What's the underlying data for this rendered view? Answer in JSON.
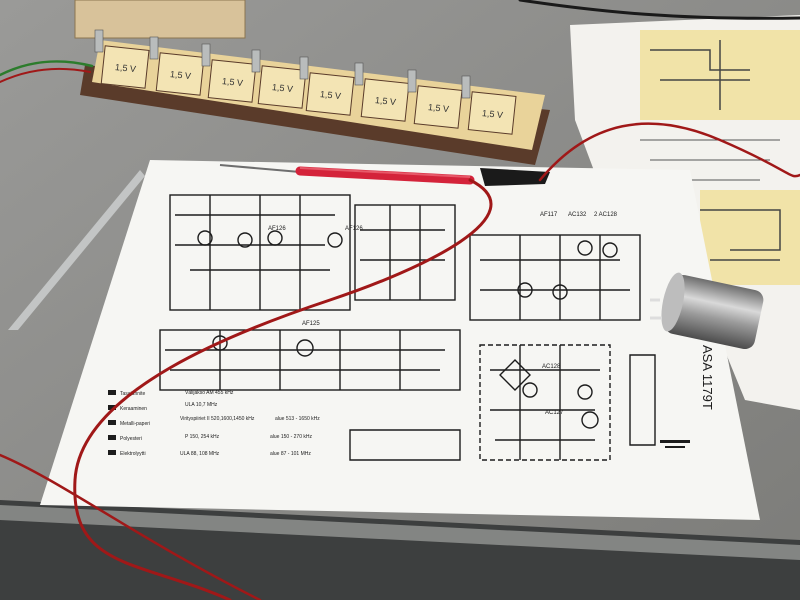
{
  "battery_holder": {
    "cell_labels": [
      "1,5 V",
      "1,5 V",
      "1,5 V",
      "1,5 V",
      "1,5 V",
      "1,5 V",
      "1,5 V",
      "1,5 V"
    ]
  },
  "schematic": {
    "transistor_labels": [
      "AF117",
      "AC132",
      "2 AC128",
      "AF126",
      "AF126",
      "AF125",
      "AC128",
      "AC127"
    ],
    "model_label": "ASA 1179T",
    "legend_texts": [
      "Välijakso AM 455 kHz",
      "ULA 10,7 MHz",
      "Virityspiiriet II 520,1600,1450 kHz",
      "alue 513 - 1650 kHz",
      "P 150, 254 kHz",
      "alue 150 - 270 kHz",
      "ULA 88, 108 MHz",
      "alue 87 - 101 MHz"
    ],
    "legend_keys": [
      "Tasajännite",
      "Keraaminen",
      "Metalli-paperi",
      "Polyesteri",
      "Elektrolyytti"
    ]
  },
  "colors": {
    "table": "#8e8e8b",
    "paper": "#f6f6f3",
    "ink": "#1c1c1c",
    "probe": "#d4233a",
    "wire": "#a01818",
    "holder": "#e9d39a",
    "layout_sheet": "#f1e3a8"
  }
}
